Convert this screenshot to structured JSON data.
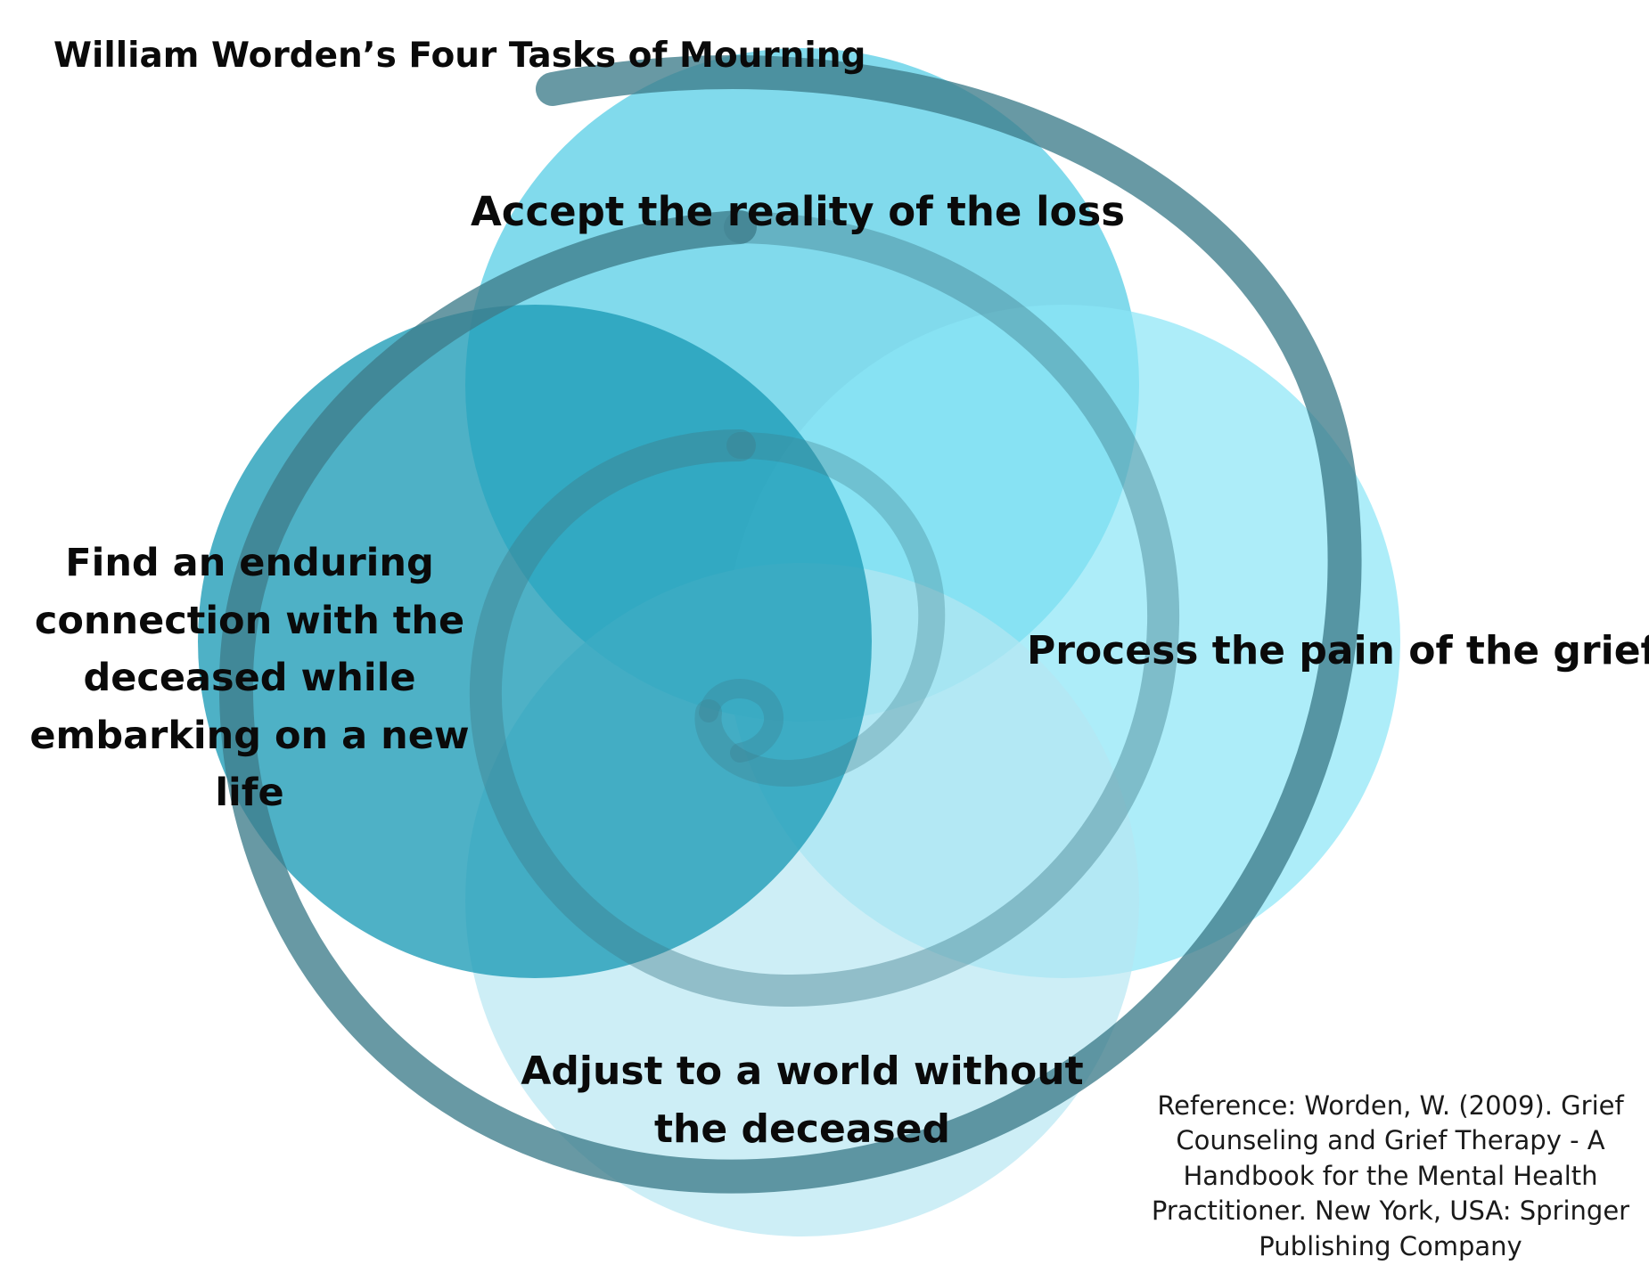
{
  "title": "William Worden’s Four Tasks of Mourning",
  "tasks": {
    "accept": "Accept the reality of the loss",
    "process": "Process the pain of the grief",
    "adjust": "Adjust to a world without the deceased",
    "connection": "Find an enduring connection with the deceased while embarking on a new life"
  },
  "reference": "Reference: Worden, W. (2009). Grief Counseling and Grief Therapy - A Handbook for the Mental Health Practitioner. New York, USA: Springer Publishing Company",
  "colors": {
    "accept_circle": "#5dd0e7",
    "process_circle": "#8ae6f7",
    "adjust_circle": "#b6e6f1",
    "connection_circle": "#1c9bb6",
    "spiral": "#3d7c8a",
    "text": "#0a0a0a"
  }
}
